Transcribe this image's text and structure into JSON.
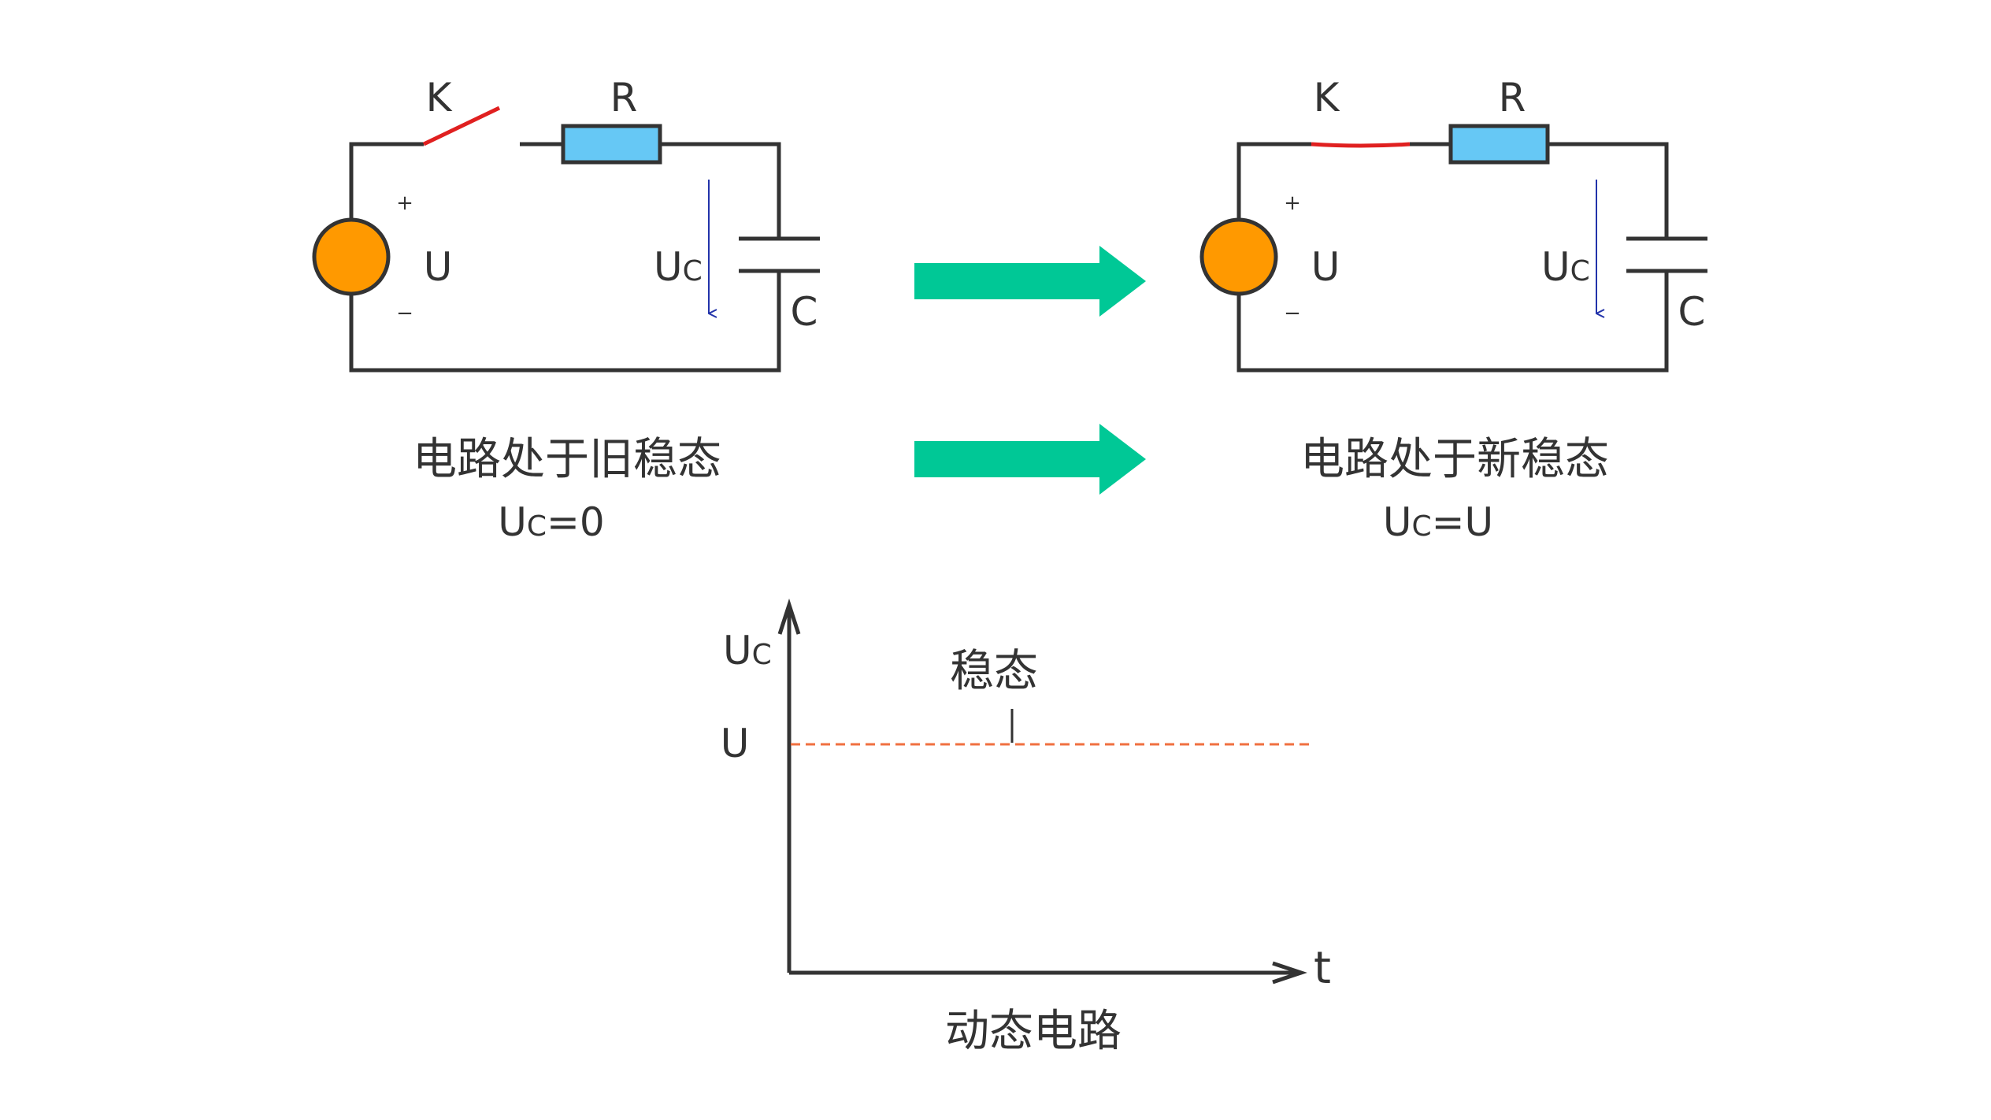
{
  "colors": {
    "wire": "#333333",
    "switch": "#e02020",
    "resistor": "#66c8f5",
    "source": "#ff9900",
    "arrow": "#00c896",
    "voltage_arrow": "#2233aa",
    "dashed_level": "#f07040"
  },
  "left_circuit": {
    "switch_label": "K",
    "resistor_label": "R",
    "source_plus": "+",
    "source_minus": "−",
    "source_label": "U",
    "uc_main": "U",
    "uc_sub": "C",
    "capacitor_label": "C",
    "caption": "电路处于旧稳态",
    "eq_main": "U",
    "eq_sub": "C",
    "eq_rest": "=0",
    "switch_state": "open"
  },
  "right_circuit": {
    "switch_label": "K",
    "resistor_label": "R",
    "source_plus": "+",
    "source_minus": "−",
    "source_label": "U",
    "uc_main": "U",
    "uc_sub": "C",
    "capacitor_label": "C",
    "caption": "电路处于新稳态",
    "eq_main": "U",
    "eq_sub": "C",
    "eq_rest": "=U",
    "switch_state": "closed"
  },
  "graph": {
    "y_axis_main": "U",
    "y_axis_sub": "C",
    "x_axis_label": "t",
    "level_label": "U",
    "steady_label": "稳态",
    "caption": "动态电路"
  }
}
